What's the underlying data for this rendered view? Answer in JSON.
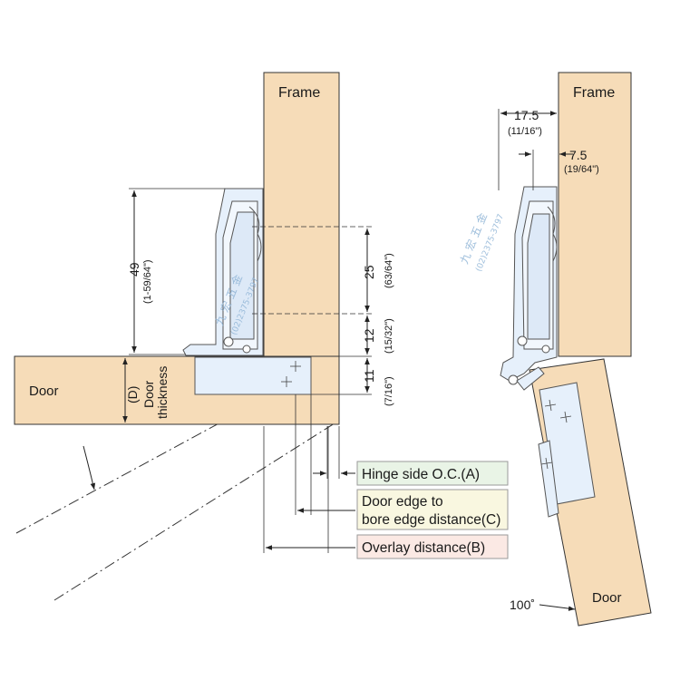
{
  "colors": {
    "wood": "#f6dcb8",
    "wood_edge": "#333333",
    "hinge_fill": "#e6f0fb",
    "hinge_stroke": "#555555",
    "callout_a_bg": "#e9f4e6",
    "callout_c_bg": "#f9f7e0",
    "callout_b_bg": "#fbe9e4",
    "callout_border": "#9a9a9a",
    "watermark": "#8fb4d6"
  },
  "left_view": {
    "frame_label": "Frame",
    "door_label": "Door",
    "door_thickness_label_1": "Door",
    "door_thickness_label_2": "thickness",
    "door_thickness_code": "(D)",
    "dim_49": "49",
    "dim_49_in": "(1-59/64\")",
    "dim_25": "25",
    "dim_25_in": "(63/64\")",
    "dim_12": "12",
    "dim_12_in": "(15/32\")",
    "dim_11": "11",
    "dim_11_in": "(7/16\")"
  },
  "right_view": {
    "frame_label": "Frame",
    "door_label": "Door",
    "dim_17_5": "17.5",
    "dim_17_5_in": "(11/16\")",
    "dim_7_5": "7.5",
    "dim_7_5_in": "(19/64\")",
    "angle_label": "100˚"
  },
  "callouts": {
    "a": "Hinge side O.C.(A)",
    "c_line1": "Door edge to",
    "c_line2": "bore edge distance(C)",
    "b": "Overlay distance(B)"
  },
  "watermark": {
    "chars": "九 宏 五 金",
    "phone": "(02)2375-3797"
  }
}
